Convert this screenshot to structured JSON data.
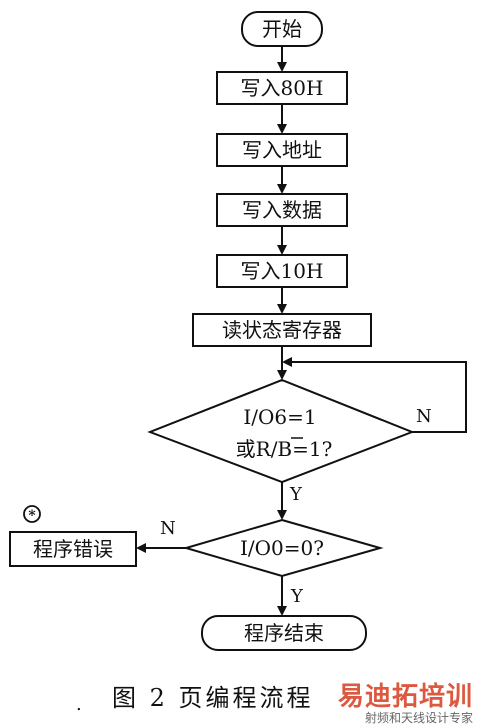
{
  "nodes": {
    "start": "开始",
    "write_80h": "写入80H",
    "write_address": "写入地址",
    "write_data": "写入数据",
    "write_10h": "写入10H",
    "read_status": "读状态寄存器",
    "decision1_line1": "I/O6=1",
    "decision1_line2": "或R/B=1?",
    "decision2": "I/O0=0?",
    "error": "程序错误",
    "end": "程序结束"
  },
  "edge_labels": {
    "d1_no": "N",
    "d1_yes": "Y",
    "d2_no": "N",
    "d2_yes": "Y"
  },
  "error_marker": "*",
  "caption": "图 2  页编程流程",
  "caption_dot": ".",
  "watermark": {
    "title": "易迪拓培训",
    "subtitle": "射频和天线设计专家"
  }
}
